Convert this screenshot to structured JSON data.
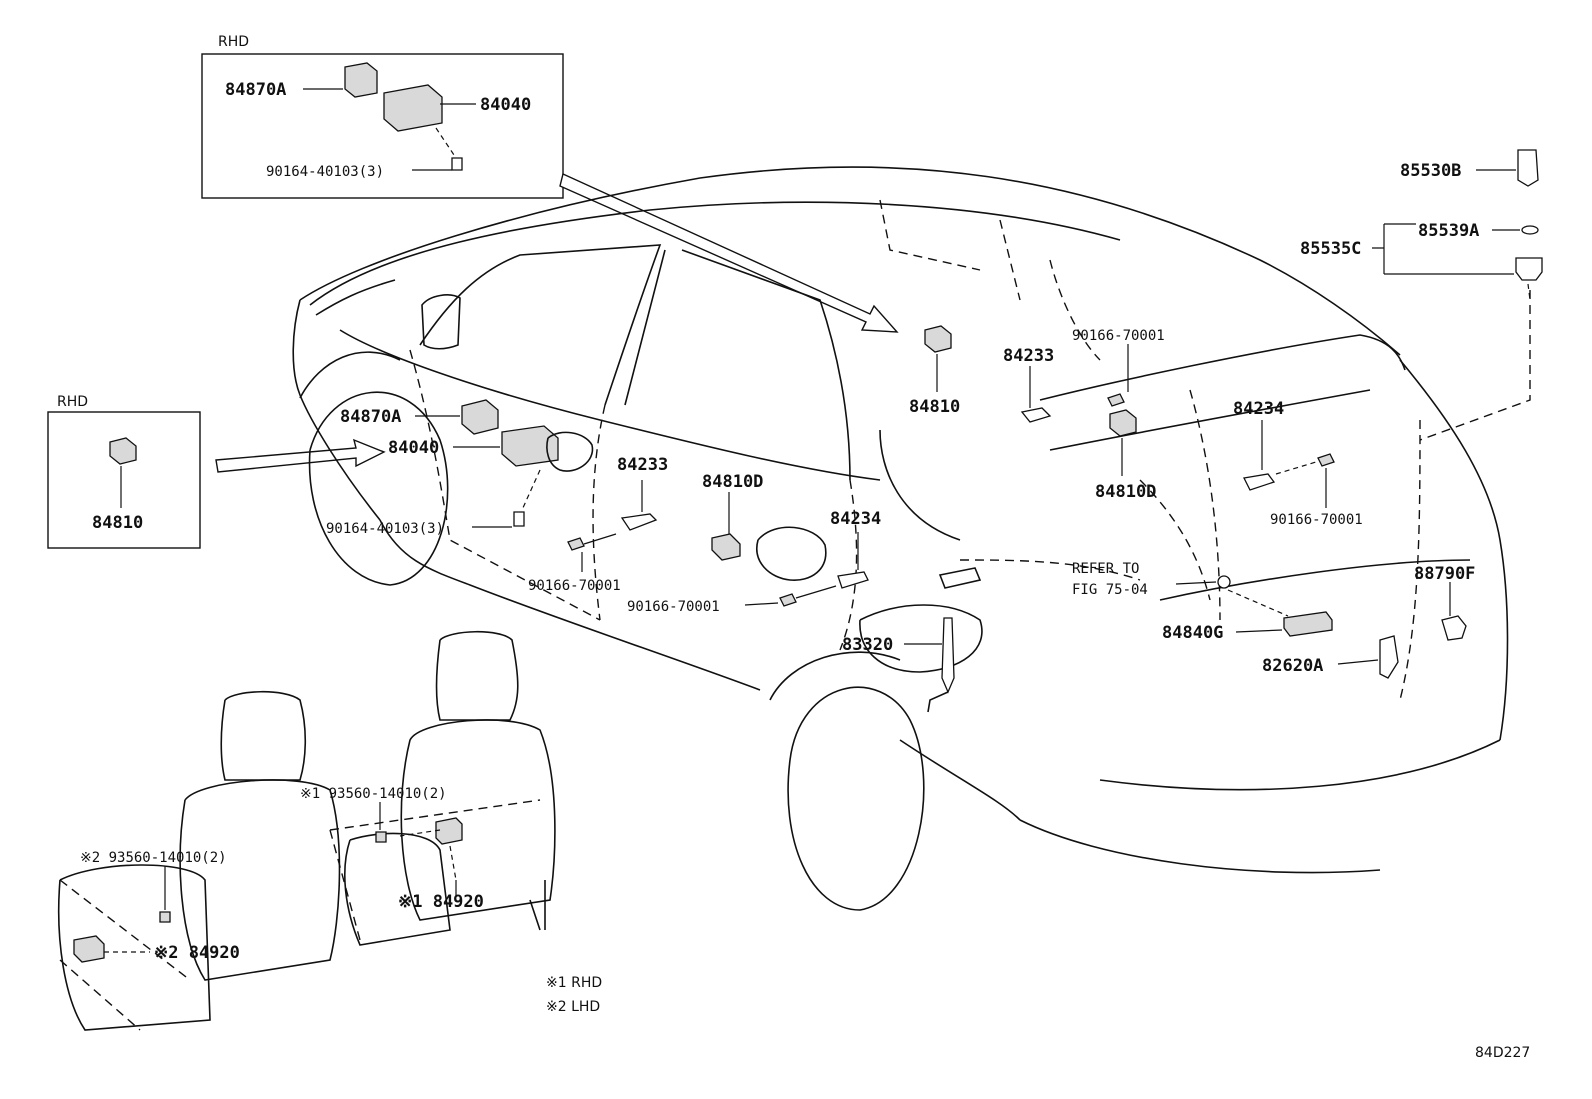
{
  "rhd_box_top": {
    "header": "RHD",
    "labels": [
      "84870A",
      "84040",
      "90164-40103(3)"
    ]
  },
  "rhd_box_left": {
    "header": "RHD",
    "labels": [
      "84810"
    ]
  },
  "parts": {
    "p84870A": "84870A",
    "p84040": "84040",
    "p90164_door": "90164-40103(3)",
    "p84233_front": "84233",
    "p90166_front": "90166-70001",
    "p84810D_rear": "84810D",
    "p84234_rear": "84234",
    "p90166_rear": "90166-70001",
    "p84810_top": "84810",
    "p84233_back": "84233",
    "p90166_back": "90166-70001",
    "p84810D_back": "84810D",
    "p84234_back": "84234",
    "p90166_right": "90166-70001",
    "p85530B": "85530B",
    "p85539A": "85539A",
    "p85535C": "85535C",
    "refer_line1": "REFER TO",
    "refer_line2": "FIG 75-04",
    "p88790F": "88790F",
    "p84840G": "84840G",
    "p82620A": "82620A",
    "p83320": "83320",
    "seat_screw_1": "※1 93560-14010(2)",
    "seat_screw_2": "※2 93560-14010(2)",
    "seat_84920_1": "※1 84920",
    "seat_84920_2": "※2 84920"
  },
  "legend": {
    "note1": "※1 RHD",
    "note2": "※2 LHD"
  },
  "figure_code": "84D227"
}
